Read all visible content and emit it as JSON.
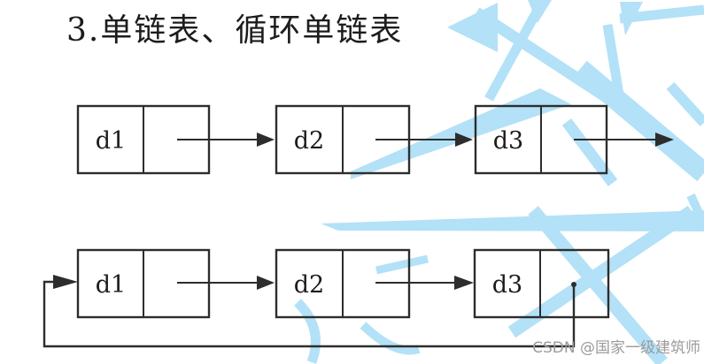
{
  "page": {
    "title": "3.单链表、循环单链表"
  },
  "attribution": {
    "text": "CSDN @国家一级建筑师"
  },
  "colors": {
    "background": "#ffffff",
    "diagram_line": "#2d2d2d",
    "label_text": "#1c1c1c",
    "watermark_blue": "#b3e1f7",
    "attribution_text": "#9b9b9b"
  },
  "diagram": {
    "singly_list": {
      "nodes": [
        {
          "label": "d1"
        },
        {
          "label": "d2"
        },
        {
          "label": "d3"
        }
      ]
    },
    "circular_list": {
      "nodes": [
        {
          "label": "d1"
        },
        {
          "label": "d2"
        },
        {
          "label": "d3"
        }
      ]
    }
  }
}
